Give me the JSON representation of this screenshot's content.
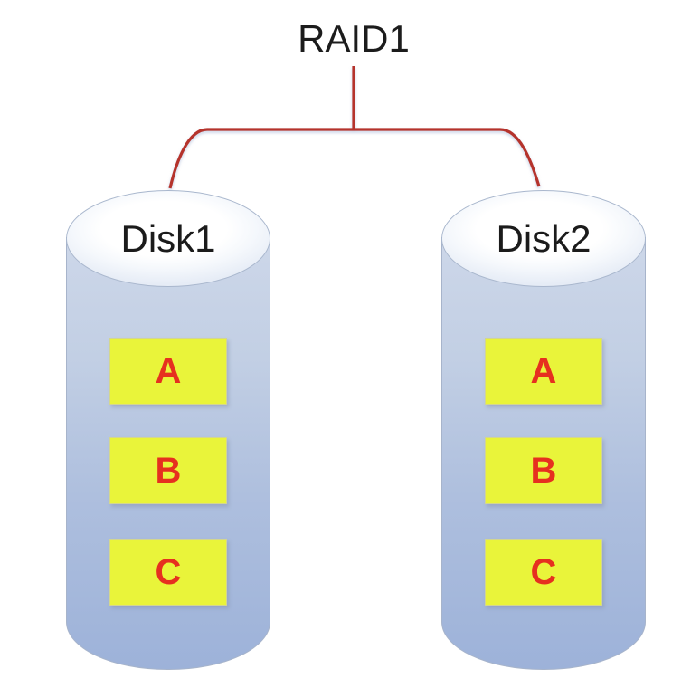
{
  "diagram": {
    "title": "RAID1",
    "disks": [
      {
        "name": "Disk1",
        "blocks": [
          "A",
          "B",
          "C"
        ]
      },
      {
        "name": "Disk2",
        "blocks": [
          "A",
          "B",
          "C"
        ]
      }
    ],
    "colors": {
      "connector_line": "#b5332c",
      "block_fill": "#e9f43a",
      "block_letter": "#e6301f",
      "cylinder_dark": "#9db2d9",
      "cylinder_light": "#cdd7e9",
      "title_text": "#1c1c1c"
    }
  }
}
